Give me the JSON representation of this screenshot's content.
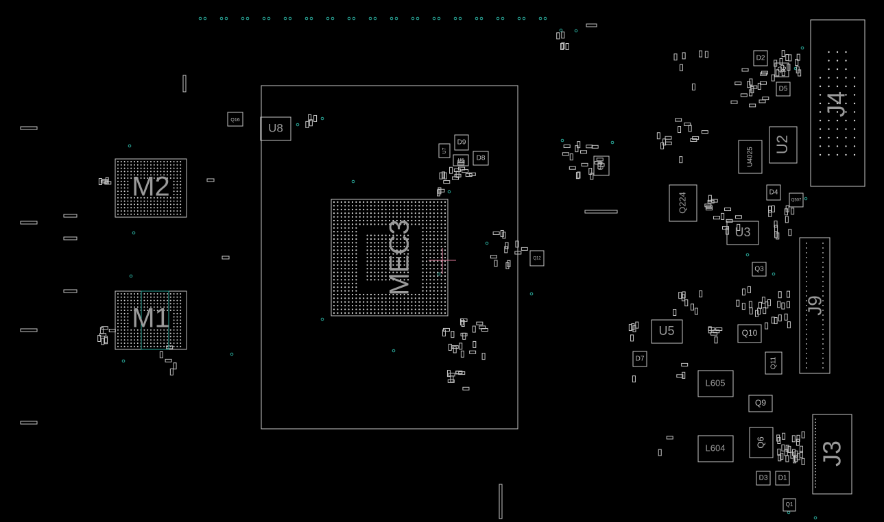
{
  "colors": {
    "background": "#000000",
    "outline": "#c8c8c8",
    "label": "#9a9a9a",
    "via": "#2aa99a",
    "cursor": "#e07a9a"
  },
  "large_labels": {
    "m2": "M2",
    "m1": "M1",
    "soc": "MEC3",
    "j4": "J4",
    "j9": "J9",
    "j3": "J3",
    "u8": "U8",
    "u2": "U2",
    "u3": "U3",
    "u5": "U5",
    "q224": "Q224",
    "l605": "L605",
    "l604": "L604"
  },
  "small_labels": {
    "q16": "Q16",
    "d9": "D9",
    "d8": "D8",
    "u7": "U7",
    "u6": "U6",
    "u4": "U4",
    "d2": "D2",
    "q2": "Q2",
    "d5": "D5",
    "u4025": "U4025",
    "d4": "D4",
    "q507": "Q507",
    "q3": "Q3",
    "q10": "Q10",
    "q11": "Q11",
    "d7": "D7",
    "q9": "Q9",
    "q6": "Q6",
    "d3": "D3",
    "d1": "D1",
    "q1": "Q1",
    "q12": "Q12"
  }
}
